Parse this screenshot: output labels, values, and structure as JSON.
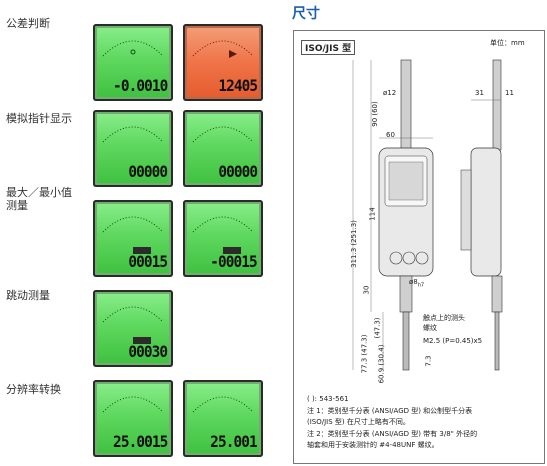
{
  "left": {
    "labels": [
      "公差判断",
      "模拟指针显示",
      "最大／最小值",
      "测量",
      "跳动测量",
      "分辨率转换"
    ],
    "readings": [
      "-0.0010",
      "12405",
      "00000",
      "00000",
      "00015",
      "-00015",
      "00030",
      "25.0015",
      "25.001"
    ]
  },
  "right": {
    "title": "尺寸",
    "model": "ISO/JIS 型",
    "unit": "单位：mm",
    "dims": {
      "d12": "ø12",
      "w60": "60",
      "w31": "31",
      "w11": "11",
      "v90": "90 (60)",
      "v114": "114",
      "v311": "311.3 (251.3)",
      "v30": "30",
      "d8": "ø8",
      "d8_sub": "h7",
      "v47": "(47.3)",
      "v77": "77.3 (47.3)",
      "v60": "60.9 (30.4)",
      "v73": "7.3",
      "contact": "触点上的测头",
      "thread": "螺纹",
      "spec": "M2.5 (P=0.45)x5"
    },
    "notes": [
      "(   ): 543-561",
      "注 1：类别型千分表 (ANSI/AGD 型) 和公制型千分表",
      "(ISO/JIS 型) 在尺寸上略有不同。",
      "注 2：类别型千分表 (ANSI/AGD 型) 带有 3/8\" 外径的",
      "轴套和用于安装测针的 #4-48UNF 螺纹。"
    ]
  }
}
